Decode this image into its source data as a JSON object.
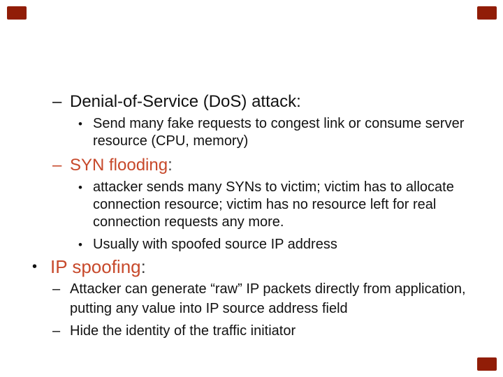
{
  "slide": {
    "background": "#ffffff",
    "accent_color": "#c7492b",
    "accent_style": "color:#c7492b",
    "corner_color": "#911d07",
    "corner_style": "background-color:#911d07",
    "items": [
      {
        "marker": "–",
        "text": "Denial-of-Service (DoS) attack:"
      },
      {
        "marker": "•",
        "text": "Send many fake requests to congest link or consume server\nresource (CPU, memory)"
      },
      {
        "marker": "–",
        "text_colored": "SYN flooding",
        "text_plain": ":"
      },
      {
        "marker": "•",
        "text": "attacker sends many SYNs to victim; victim has to allocate\nconnection resource; victim has no resource left for real\nconnection requests any more."
      },
      {
        "marker": "•",
        "text": "Usually with spoofed source IP address"
      },
      {
        "marker": "•",
        "text_colored": "IP spoofing",
        "text_plain": ":"
      },
      {
        "marker": "–",
        "text": "Attacker can generate “raw” IP packets directly from application,\nputting any value into IP source address field"
      },
      {
        "marker": "–",
        "text": "Hide the identity of the traffic initiator"
      }
    ]
  }
}
